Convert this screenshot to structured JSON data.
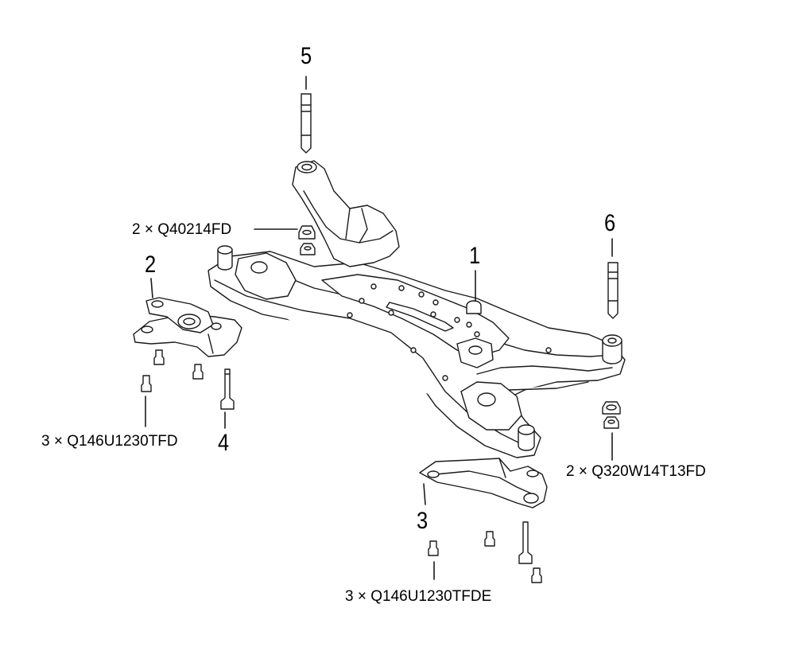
{
  "callouts": {
    "n1": "1",
    "n2": "2",
    "n3": "3",
    "n4": "4",
    "n5": "5",
    "n6": "6"
  },
  "fasteners": {
    "nut_top": "2 × Q40214FD",
    "bolt_left": "3 × Q146U1230TFD",
    "nut_right": "2 × Q320W14T13FD",
    "bolt_bottom": "3 × Q146U1230TFDE"
  },
  "colors": {
    "line": "#1a1a1a",
    "fill": "#ffffff"
  }
}
